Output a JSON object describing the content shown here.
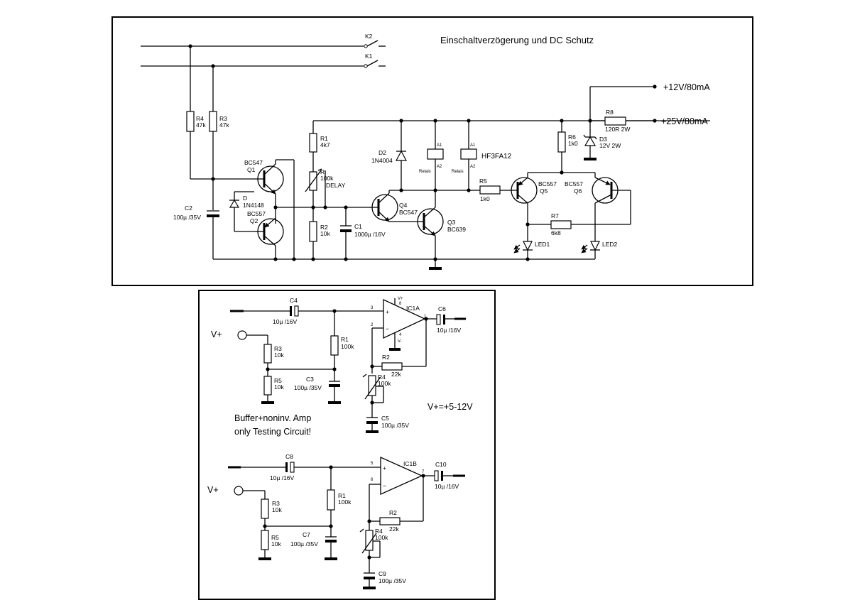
{
  "top": {
    "title": "Einschaltverzögerung und DC Schutz",
    "supply12": "+12V/80mA",
    "supply25": "+25V/80mA",
    "k2": "K2",
    "k1": "K1",
    "r4": {
      "name": "R4",
      "val": "47k"
    },
    "r3": {
      "name": "R3",
      "val": "47k"
    },
    "c2": {
      "name": "C2",
      "val": "100µ /35V"
    },
    "q1": {
      "name": "Q1",
      "type": "BC547"
    },
    "q2": {
      "name": "Q2",
      "type": "BC557"
    },
    "d": {
      "name": "D",
      "val": "1N4148"
    },
    "r1": {
      "name": "R1",
      "val": "4k7"
    },
    "r": {
      "name": "R",
      "val": "100k",
      "extra": "DELAY"
    },
    "r2": {
      "name": "R2",
      "val": "10k"
    },
    "c1": {
      "name": "C1",
      "val": "1000µ /16V"
    },
    "d2": {
      "name": "D2",
      "val": "1N4004"
    },
    "q4": {
      "name": "Q4",
      "type": "BC547"
    },
    "q3": {
      "name": "Q3",
      "type": "BC639"
    },
    "relay_pin1": "A1",
    "relay_pin2": "A2",
    "relay_label": "Relais",
    "relay_type": "HF3FA12",
    "r5": {
      "name": "R5",
      "val": "1k0"
    },
    "q5": {
      "name": "Q5",
      "type": "BC557"
    },
    "q6": {
      "name": "Q6",
      "type": "BC557"
    },
    "r6": {
      "name": "R6",
      "val": "1k0"
    },
    "r8": {
      "name": "R8",
      "val": "120R 2W"
    },
    "d3": {
      "name": "D3",
      "val": "12V 2W"
    },
    "r7": {
      "name": "R7",
      "val": "6k8"
    },
    "led1": "LED1",
    "led2": "LED2"
  },
  "bottom": {
    "vplus": "V+",
    "vrange": "V+=+5-12V",
    "note1": "Buffer+noninv. Amp",
    "note2": "only Testing Circuit!",
    "a": {
      "c4": {
        "name": "C4",
        "val": "10µ /16V"
      },
      "r1": {
        "name": "R1",
        "val": "100k"
      },
      "r3": {
        "name": "R3",
        "val": "10k"
      },
      "r5": {
        "name": "R5",
        "val": "10k"
      },
      "c3": {
        "name": "C3",
        "val": "100µ /35V"
      },
      "ic": "IC1A",
      "c6": {
        "name": "C6",
        "val": "10µ /16V"
      },
      "r2": {
        "name": "R2",
        "val": "22k"
      },
      "r4": {
        "name": "R4",
        "val": "100k"
      },
      "c5": {
        "name": "C5",
        "val": "100µ /35V"
      },
      "pin3": "3",
      "pin2": "2",
      "pin1": "1",
      "pin8": "8",
      "pin4": "4",
      "vp": "V+",
      "vm": "V-"
    },
    "b": {
      "c8": {
        "name": "C8",
        "val": "10µ /16V"
      },
      "r1": {
        "name": "R1",
        "val": "100k"
      },
      "r3": {
        "name": "R3",
        "val": "10k"
      },
      "r5": {
        "name": "R5",
        "val": "10k"
      },
      "c7": {
        "name": "C7",
        "val": "100µ /35V"
      },
      "ic": "IC1B",
      "c10": {
        "name": "C10",
        "val": "10µ /16V"
      },
      "r2": {
        "name": "R2",
        "val": "22k"
      },
      "r4": {
        "name": "R4",
        "val": "100k"
      },
      "c9": {
        "name": "C9",
        "val": "100µ /35V"
      },
      "pin5": "5",
      "pin6": "6",
      "pin7": "7"
    }
  }
}
